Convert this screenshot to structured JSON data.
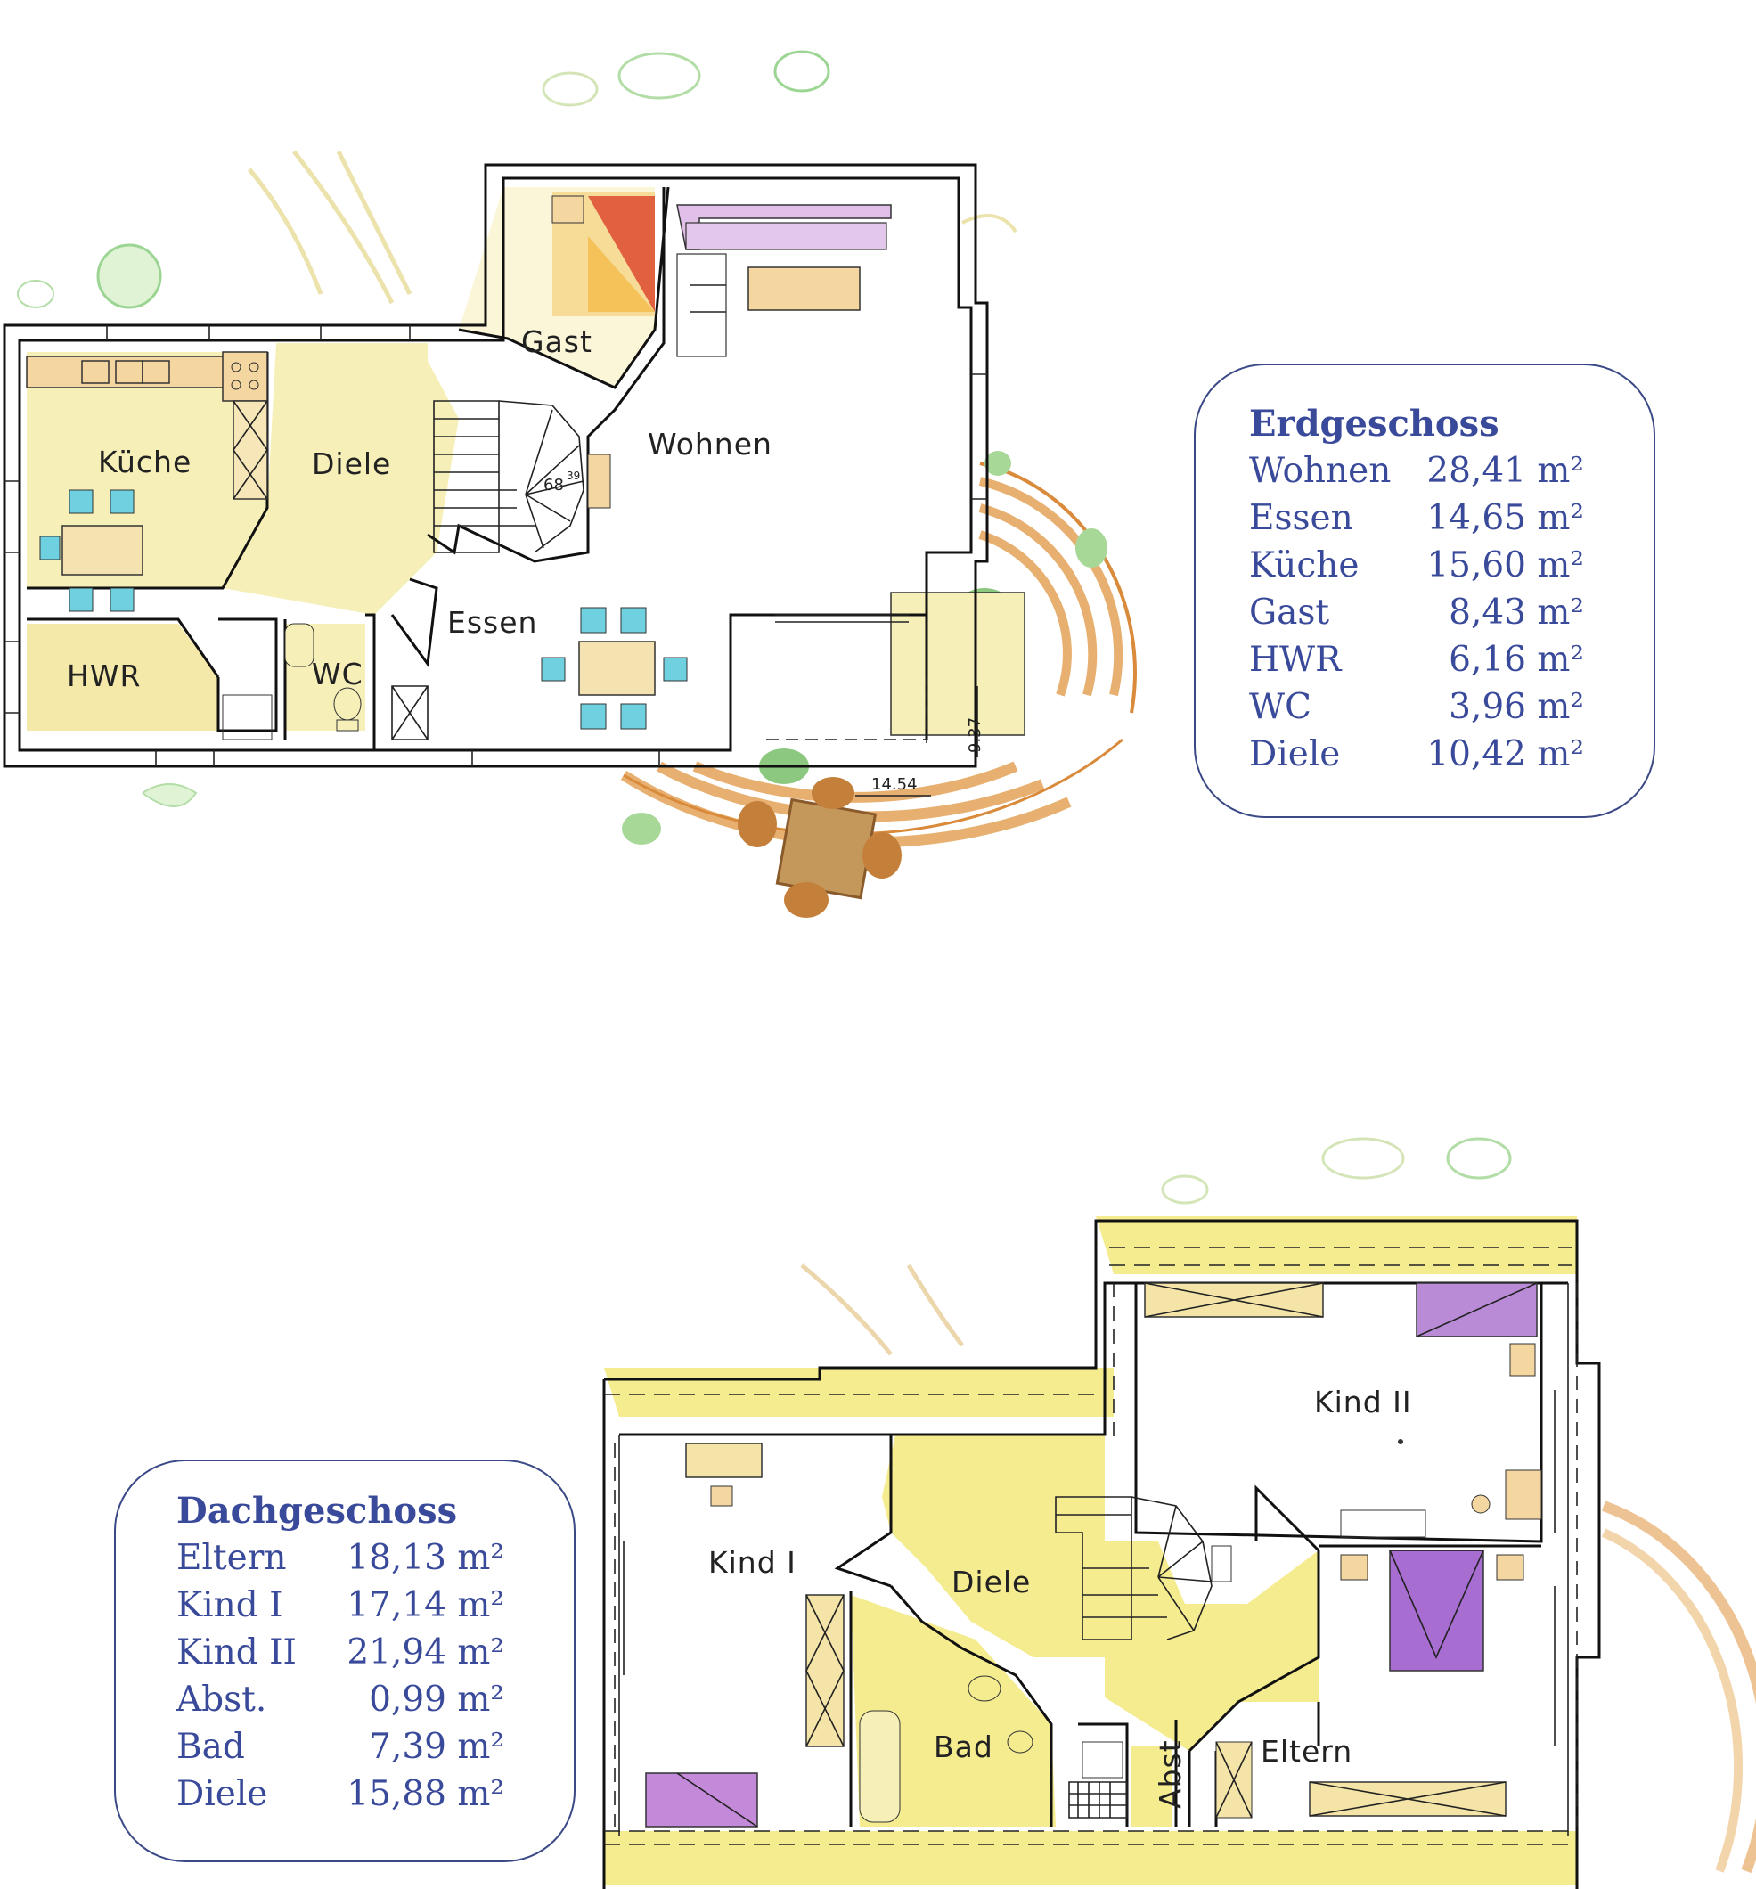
{
  "erdgeschoss": {
    "rooms": {
      "gast": "Gast",
      "wohnen": "Wohnen",
      "kueche": "Küche",
      "diele": "Diele",
      "essen": "Essen",
      "hwr": "HWR",
      "wc": "WC"
    },
    "dimensions": {
      "width": "14.54",
      "depth": "9.37",
      "stair": "68",
      "stair_sup": "39"
    },
    "area_table": {
      "title": "Erdgeschoss",
      "rows": [
        {
          "name": "Wohnen",
          "area": "28,41 m²"
        },
        {
          "name": "Essen",
          "area": "14,65 m²"
        },
        {
          "name": "Küche",
          "area": "15,60 m²"
        },
        {
          "name": "Gast",
          "area": "8,43 m²"
        },
        {
          "name": "HWR",
          "area": "6,16 m²"
        },
        {
          "name": "WC",
          "area": "3,96 m²"
        },
        {
          "name": "Diele",
          "area": "10,42 m²"
        }
      ]
    }
  },
  "dachgeschoss": {
    "rooms": {
      "kind2": "Kind II",
      "kind1": "Kind I",
      "diele": "Diele",
      "bad": "Bad",
      "abst": "Abst",
      "eltern": "Eltern"
    },
    "area_table": {
      "title": "Dachgeschoss",
      "rows": [
        {
          "name": "Eltern",
          "area": "18,13 m²"
        },
        {
          "name": "Kind I",
          "area": "17,14 m²"
        },
        {
          "name": "Kind II",
          "area": "21,94 m²"
        },
        {
          "name": "Abst.",
          "area": "0,99 m²"
        },
        {
          "name": "Bad",
          "area": "7,39 m²"
        },
        {
          "name": "Diele",
          "area": "15,88 m²"
        }
      ]
    }
  },
  "colors": {
    "room_fill": "#f6f0b8",
    "wall": "#111111",
    "text_blue": "#3a4a9a",
    "chair_cyan": "#6fd0e0",
    "bed_purple": "#b07ad0",
    "sofa_pink": "#d8a8e0",
    "terrace_orange": "#d98a3a",
    "plant_green": "#7cc870"
  }
}
